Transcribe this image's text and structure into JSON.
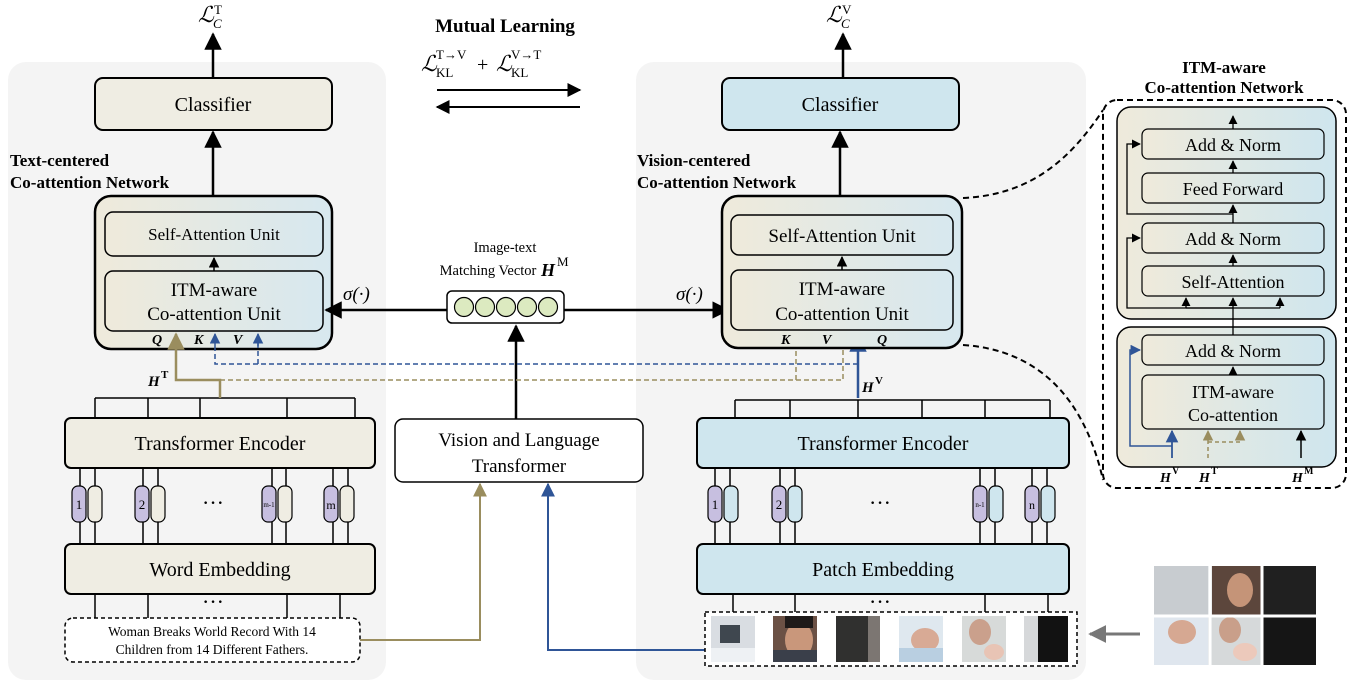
{
  "header": {
    "loss_text": "ℒ",
    "loss_text_sub": "C",
    "loss_text_sup": "T",
    "loss_vision_sup": "V",
    "mutual_title": "Mutual Learning",
    "kl_L1": "ℒ",
    "kl_sub1": "KL",
    "kl_sup1": "T→V",
    "kl_plus": "+",
    "kl_L2": "ℒ",
    "kl_sub2": "KL",
    "kl_sup2": "V→T"
  },
  "text_branch": {
    "title_line1": "Text-centered",
    "title_line2": "Co-attention Network",
    "classifier": "Classifier",
    "self_attention": "Self-Attention Unit",
    "itm_line1": "ITM-aware",
    "itm_line2": "Co-attention Unit",
    "q": "Q",
    "k": "K",
    "v": "V",
    "h_label": "H",
    "h_sup": "T",
    "encoder": "Transformer Encoder",
    "tokens": [
      "1",
      "2",
      "m-1",
      "m"
    ],
    "ellipsis": "···",
    "embedding": "Word Embedding",
    "caption_line1": "Woman Breaks World Record With 14",
    "caption_line2": "Children from 14 Different Fathers."
  },
  "center": {
    "vector_line1": "Image-text",
    "vector_line2": "Matching Vector",
    "vector_symbol": "H",
    "vector_sup": "M",
    "sigma": "σ(·)",
    "vlt_line1": "Vision and Language",
    "vlt_line2": "Transformer"
  },
  "vision_branch": {
    "title_line1": "Vision-centered",
    "title_line2": "Co-attention Network",
    "classifier": "Classifier",
    "self_attention": "Self-Attention Unit",
    "itm_line1": "ITM-aware",
    "itm_line2": "Co-attention Unit",
    "k": "K",
    "v": "V",
    "q": "Q",
    "h_label": "H",
    "h_sup": "V",
    "encoder": "Transformer Encoder",
    "tokens": [
      "1",
      "2",
      "n-1",
      "n"
    ],
    "ellipsis": "···",
    "embedding": "Patch Embedding"
  },
  "detail": {
    "title_line1": "ITM-aware",
    "title_line2": "Co-attention Network",
    "add_norm": "Add & Norm",
    "feed_forward": "Feed Forward",
    "self_attention": "Self-Attention",
    "itm_line1": "ITM-aware",
    "itm_line2": "Co-attention",
    "inputs": [
      {
        "label": "H",
        "sup": "V"
      },
      {
        "label": "H",
        "sup": "T"
      },
      {
        "label": "H",
        "sup": "M"
      }
    ]
  },
  "colors": {
    "text_fill": "#efede3",
    "vision_fill": "#cfe6ee",
    "purple": "#c7bfe0",
    "tan": "#9a8d5e",
    "blue": "#2f5597",
    "green": "#dceac0",
    "panel": "#f4f4f4"
  }
}
